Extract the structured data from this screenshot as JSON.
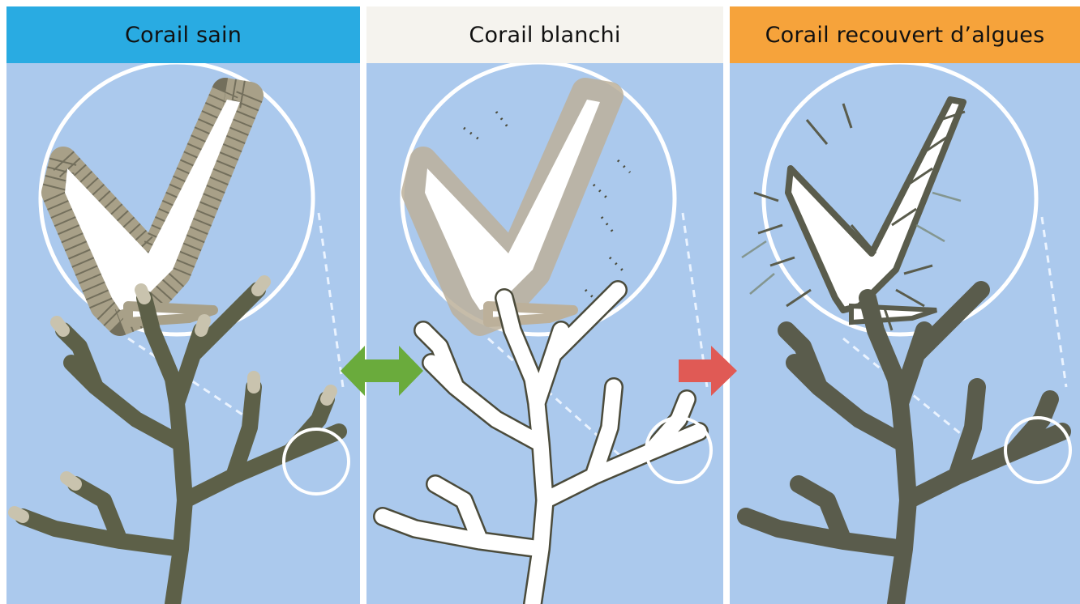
{
  "panels": [
    {
      "title": "Corail sain",
      "header_color": "#29abe2",
      "state": "healthy",
      "coral_color": "#5d6048"
    },
    {
      "title": "Corail blanchi",
      "header_color": "#f5f3ee",
      "state": "bleached",
      "coral_color": "#ffffff"
    },
    {
      "title": "Corail recouvert d’algues",
      "header_color": "#f6a33b",
      "state": "algae-covered",
      "coral_color": "#5a5c4c"
    }
  ],
  "arrows": [
    {
      "type": "double",
      "color": "#6aab3c"
    },
    {
      "type": "single",
      "color": "#e05a55"
    }
  ],
  "background_color": "#abc9ed"
}
